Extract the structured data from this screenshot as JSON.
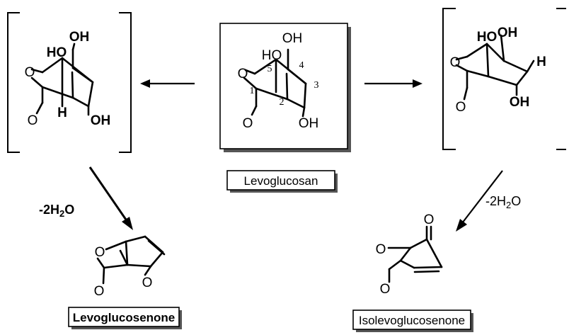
{
  "compounds": {
    "center": {
      "name": "Levoglucosan",
      "locants": [
        "1",
        "2",
        "3",
        "4",
        "5"
      ]
    },
    "left_product": {
      "name": "Levoglucosenone"
    },
    "right_product": {
      "name": "Isolevoglucosenone"
    }
  },
  "atoms": {
    "O": "O",
    "OH": "OH",
    "HO": "HO",
    "H": "H"
  },
  "conditions": {
    "left": {
      "text": "-2H",
      "sub": "2",
      "tail": "O"
    },
    "right": {
      "text": "-2H",
      "sub": "2",
      "tail": "O"
    }
  }
}
